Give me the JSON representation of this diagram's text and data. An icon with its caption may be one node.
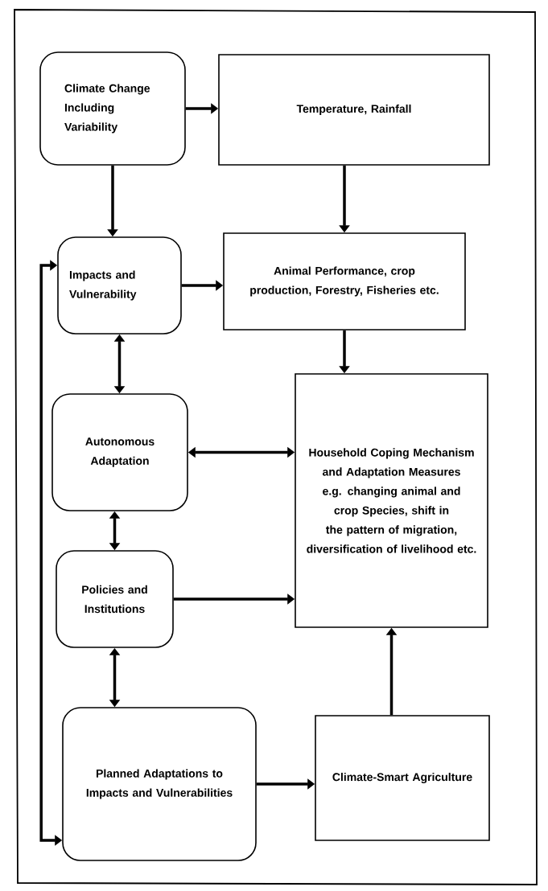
{
  "diagram": {
    "nodes": [
      {
        "text": [
          "Climate Change Including Variability"
        ]
      },
      {
        "text": [
          "Temperature, Rainfall"
        ]
      },
      {
        "text": [
          "Impacts and Vulnerability"
        ]
      },
      {
        "text": [
          "Animal Performance, crop production, Forestry, Fisheries etc."
        ]
      },
      {
        "text": [
          "Autonomous Adaptation"
        ]
      },
      {
        "text": [
          "Household Coping Mechanism and Adaptation Measures e.g. changing animal and crop Species, shift in the pattern of migration, diversification of livelihood etc."
        ]
      },
      {
        "text": [
          "Policies and Institutions"
        ]
      },
      {
        "text": [
          "Planned Adaptations to Impacts and Vulnerabilities"
        ]
      },
      {
        "text": [
          "Climate-Smart Agriculture"
        ]
      }
    ],
    "edges": [
      {
        "from": 0,
        "to": 1,
        "arrow": "to"
      },
      {
        "from": 1,
        "to": 3,
        "arrow": "to"
      },
      {
        "from": 0,
        "to": 2,
        "arrow": "to"
      },
      {
        "from": 2,
        "to": 3,
        "arrow": "to"
      },
      {
        "from": 3,
        "to": 5,
        "arrow": "to"
      },
      {
        "from": 2,
        "to": 4,
        "arrow": "both"
      },
      {
        "from": 4,
        "to": 5,
        "arrow": "both"
      },
      {
        "from": 4,
        "to": 6,
        "arrow": "both"
      },
      {
        "from": 6,
        "to": 5,
        "arrow": "to"
      },
      {
        "from": 6,
        "to": 7,
        "arrow": "both"
      },
      {
        "from": 7,
        "to": 8,
        "arrow": "to"
      },
      {
        "from": 8,
        "to": 5,
        "arrow": "to"
      },
      {
        "from": 2,
        "to": 7,
        "arrow": "both"
      }
    ]
  }
}
